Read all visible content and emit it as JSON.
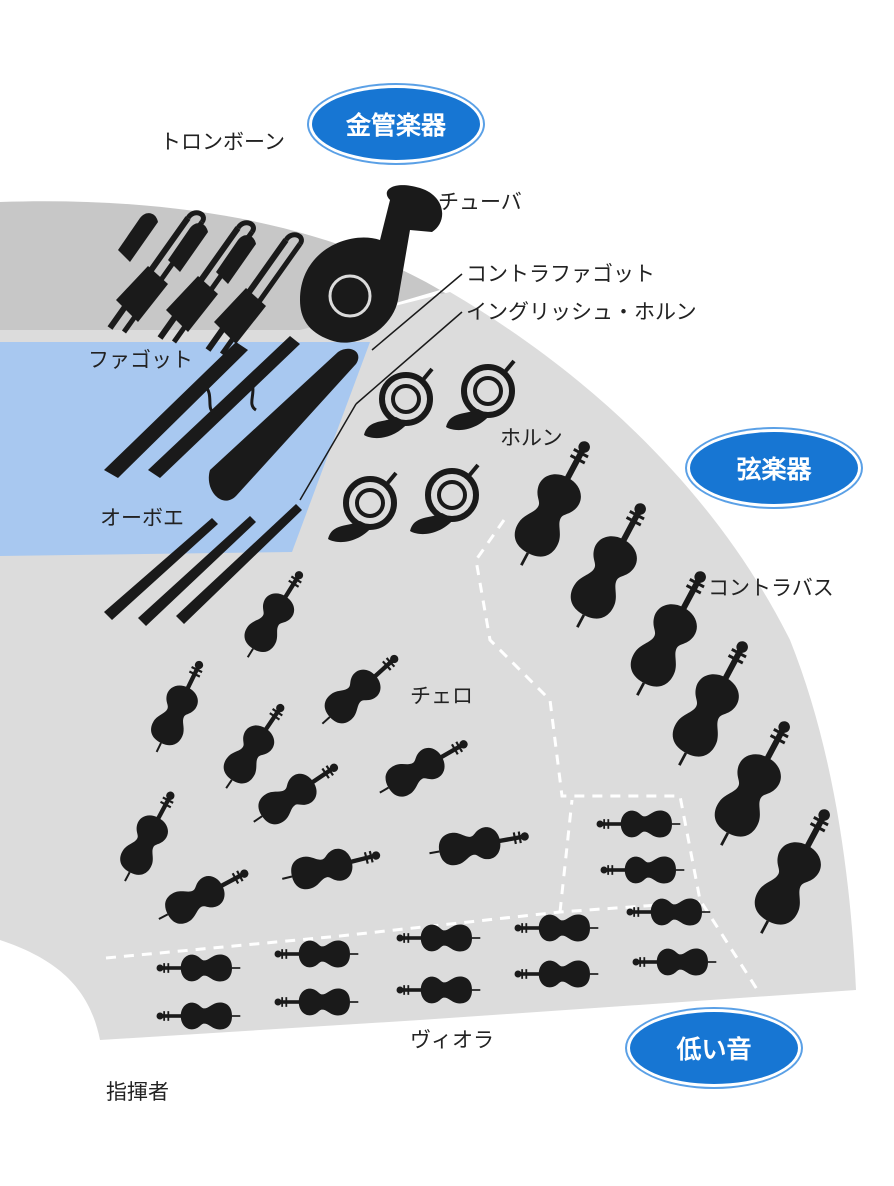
{
  "categories": {
    "brass": "金管楽器",
    "strings": "弦楽器",
    "low": "低い音"
  },
  "labels": {
    "trombone": "トロンボーン",
    "tuba": "チューバ",
    "contrabassoon": "コントラファゴット",
    "english_horn": "イングリッシュ・ホルン",
    "bassoon": "ファゴット",
    "horn": "ホルン",
    "oboe": "オーボエ",
    "contrabass": "コントラバス",
    "cello": "チェロ",
    "viola": "ヴィオラ",
    "conductor": "指揮者"
  },
  "colors": {
    "dark_band": "#c7c7c7",
    "light_area": "#dcdcdc",
    "woodwind_area": "#a8c8f0",
    "bubble": "#1776d3",
    "instrument": "#1a1a1a"
  },
  "icons": {
    "trombone": "trombone-icon",
    "tuba": "tuba-icon",
    "bassoon": "bassoon-icon",
    "contrabassoon": "contrabassoon-icon",
    "oboe": "oboe-icon",
    "horn": "horn-icon",
    "string": "string-instrument-icon"
  }
}
